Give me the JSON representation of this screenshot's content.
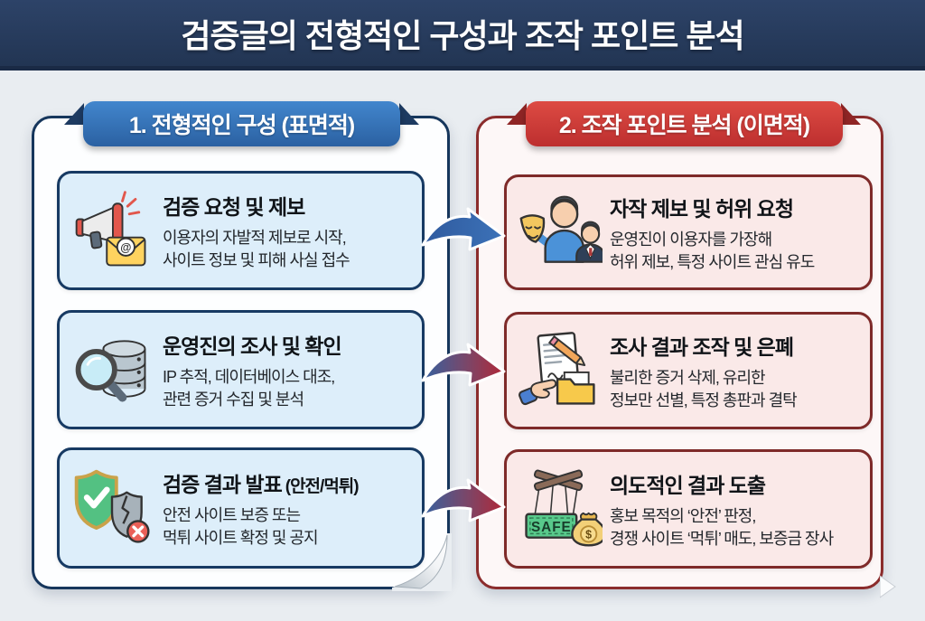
{
  "title": "검증글의 전형적인 구성과 조작 포인트 분석",
  "left": {
    "header": "1. 전형적인 구성 (표면적)",
    "cards": [
      {
        "title": "검증 요청 및 제보",
        "lines": [
          "이용자의 자발적 제보로 시작,",
          "사이트 정보 및 피해 사실 접수"
        ]
      },
      {
        "title": "운영진의 조사 및 확인",
        "lines": [
          "IP 추적, 데이터베이스 대조,",
          "관련 증거 수집 및 분석"
        ]
      },
      {
        "title": "검증 결과 발표",
        "title_suffix": "(안전/먹튀)",
        "lines": [
          "안전 사이트 보증 또는",
          "먹튀 사이트 확정 및 공지"
        ]
      }
    ]
  },
  "right": {
    "header": "2. 조작 포인트 분석 (이면적)",
    "cards": [
      {
        "title": "자작 제보 및 허위 요청",
        "lines": [
          "운영진이 이용자를 가장해",
          "허위 제보, 특정 사이트 관심 유도"
        ]
      },
      {
        "title": "조사 결과 조작 및 은폐",
        "lines": [
          "불리한 증거 삭제, 유리한",
          "정보만 선별, 특정 총판과 결탁"
        ]
      },
      {
        "title": "의도적인 결과 도출",
        "lines": [
          "홍보 목적의 ‘안전’ 판정,",
          "경쟁 사이트 ‘먹튀’ 매도, 보증금 장사"
        ]
      }
    ]
  },
  "icon_text": {
    "safe_label": "SAFE",
    "at_symbol": "@",
    "dollar": "$"
  },
  "colors": {
    "header_bg": "#243757",
    "blue_accent": "#2f6fb5",
    "red_accent": "#cf3a3a"
  }
}
